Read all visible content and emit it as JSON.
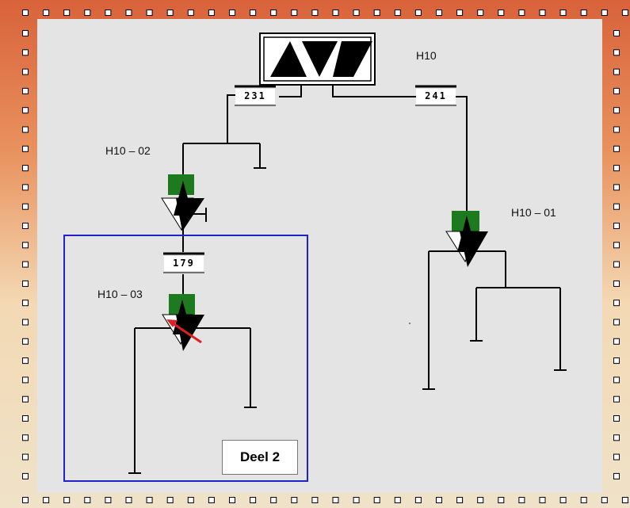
{
  "diagram": {
    "top_node_label": "H10",
    "nodes": [
      {
        "id": "h10-02",
        "label": "H10 – 02"
      },
      {
        "id": "h10-01",
        "label": "H10 – 01"
      },
      {
        "id": "h10-03",
        "label": "H10 – 03"
      }
    ],
    "pipe_numbers": [
      "231",
      "241",
      "179"
    ],
    "section_label": "Deel 2"
  },
  "colors": {
    "panel": "#e4e4e4",
    "valve_green": "#1e7a1e",
    "highlight_box": "#2020cc",
    "arrow": "#e02020"
  },
  "icons": [
    "triangle-triple-icon",
    "valve-icon",
    "square-marker-icon",
    "arrow-icon"
  ]
}
